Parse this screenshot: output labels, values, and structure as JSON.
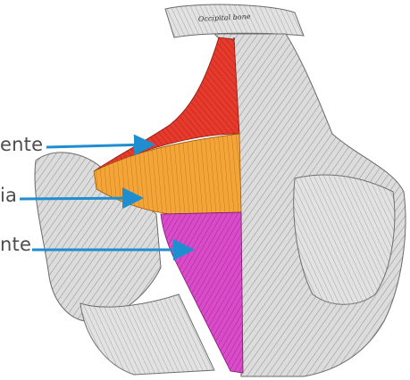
{
  "image": {
    "alt": "Anatomical illustration of the upper back showing the trapezius muscle divided into three colored regions with arrow callouts.",
    "colors": {
      "upper_fibers": "#e63a2c",
      "middle_fibers": "#f3a53a",
      "lower_fibers": "#d94bc8",
      "arrow": "#1f8ed0",
      "outline": "#6b6b6b"
    }
  },
  "labels": {
    "top": "ente",
    "middle": "ia",
    "bottom": "nte",
    "skull_label": "Occipital bone"
  },
  "arrows": [
    {
      "name": "arrow-upper",
      "color": "#1f8ed0"
    },
    {
      "name": "arrow-middle",
      "color": "#1f8ed0"
    },
    {
      "name": "arrow-lower",
      "color": "#1f8ed0"
    }
  ]
}
